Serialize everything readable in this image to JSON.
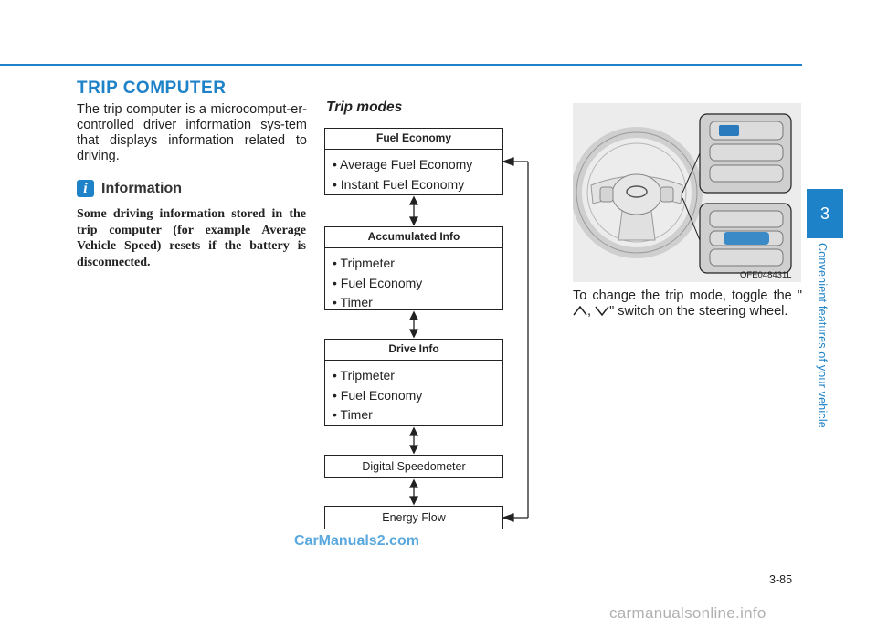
{
  "section": {
    "title": "TRIP COMPUTER",
    "intro": "The trip computer is a microcomput-er-controlled driver information sys-tem that displays information related to driving."
  },
  "info": {
    "icon": "i",
    "label": "Information",
    "text": "Some driving information stored in the trip computer (for example Average Vehicle Speed) resets if the battery is disconnected."
  },
  "trip_modes": {
    "title": "Trip modes",
    "boxes": [
      {
        "header": "Fuel Economy",
        "items": [
          "• Average Fuel Economy",
          "• Instant Fuel Economy"
        ]
      },
      {
        "header": "Accumulated Info",
        "items": [
          "• Tripmeter",
          "• Fuel Economy",
          "• Timer"
        ]
      },
      {
        "header": "Drive Info",
        "items": [
          "• Tripmeter",
          "• Fuel Economy",
          "• Timer"
        ]
      }
    ],
    "digital_speedometer": "Digital Speedometer",
    "energy_flow": "Energy Flow"
  },
  "figure": {
    "code": "OFE048431L",
    "caption_part1": "To change the trip mode, toggle the \"",
    "caption_part2": "\" switch on the steering wheel."
  },
  "side_tab": {
    "chapter": "3",
    "label": "Convenient features of your vehicle"
  },
  "page_number": "3-85",
  "watermarks": {
    "carmanuals": "CarManuals2.com",
    "footer": "carmanualsonline.info"
  },
  "colors": {
    "accent": "#1e82c8"
  }
}
